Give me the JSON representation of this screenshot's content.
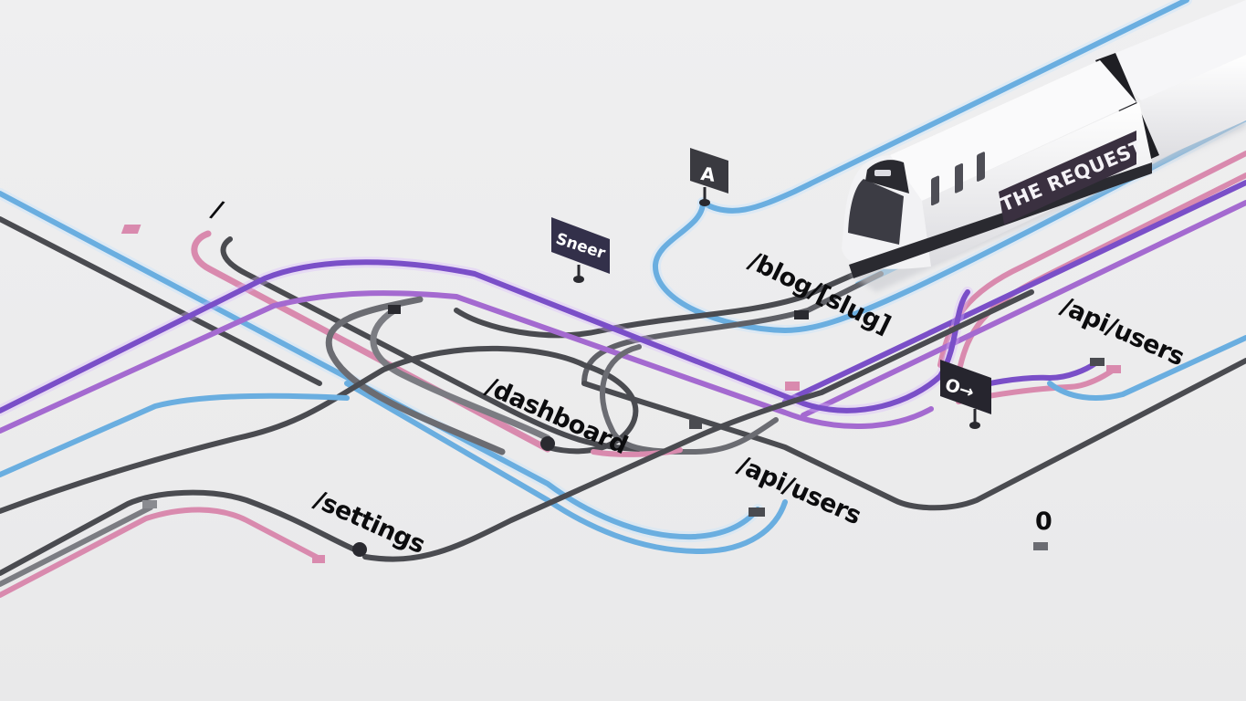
{
  "scene": {
    "title": "Request routing as a railway network",
    "train": {
      "label": "THE REQUEST"
    },
    "route_labels": [
      {
        "id": "root",
        "text": "/"
      },
      {
        "id": "blog",
        "text": "/blog/[slug]"
      },
      {
        "id": "api-users-right",
        "text": "/api/users"
      },
      {
        "id": "dashboard",
        "text": "/dashboard"
      },
      {
        "id": "api-users-center",
        "text": "/api/users"
      },
      {
        "id": "settings",
        "text": "/settings"
      },
      {
        "id": "zero",
        "text": "0"
      }
    ],
    "signs": [
      {
        "id": "sign-a",
        "text": "A"
      },
      {
        "id": "sign-sneer",
        "text": "Sneer"
      },
      {
        "id": "sign-ox",
        "text": "O→"
      }
    ],
    "track_colors": {
      "blue": "#6aaee0",
      "dark": "#4a4b50",
      "gray": "#7b7c82",
      "pink": "#d98aae",
      "purple": "#7a4fc8",
      "violet": "#a46ad0"
    },
    "background": "#ededee"
  }
}
